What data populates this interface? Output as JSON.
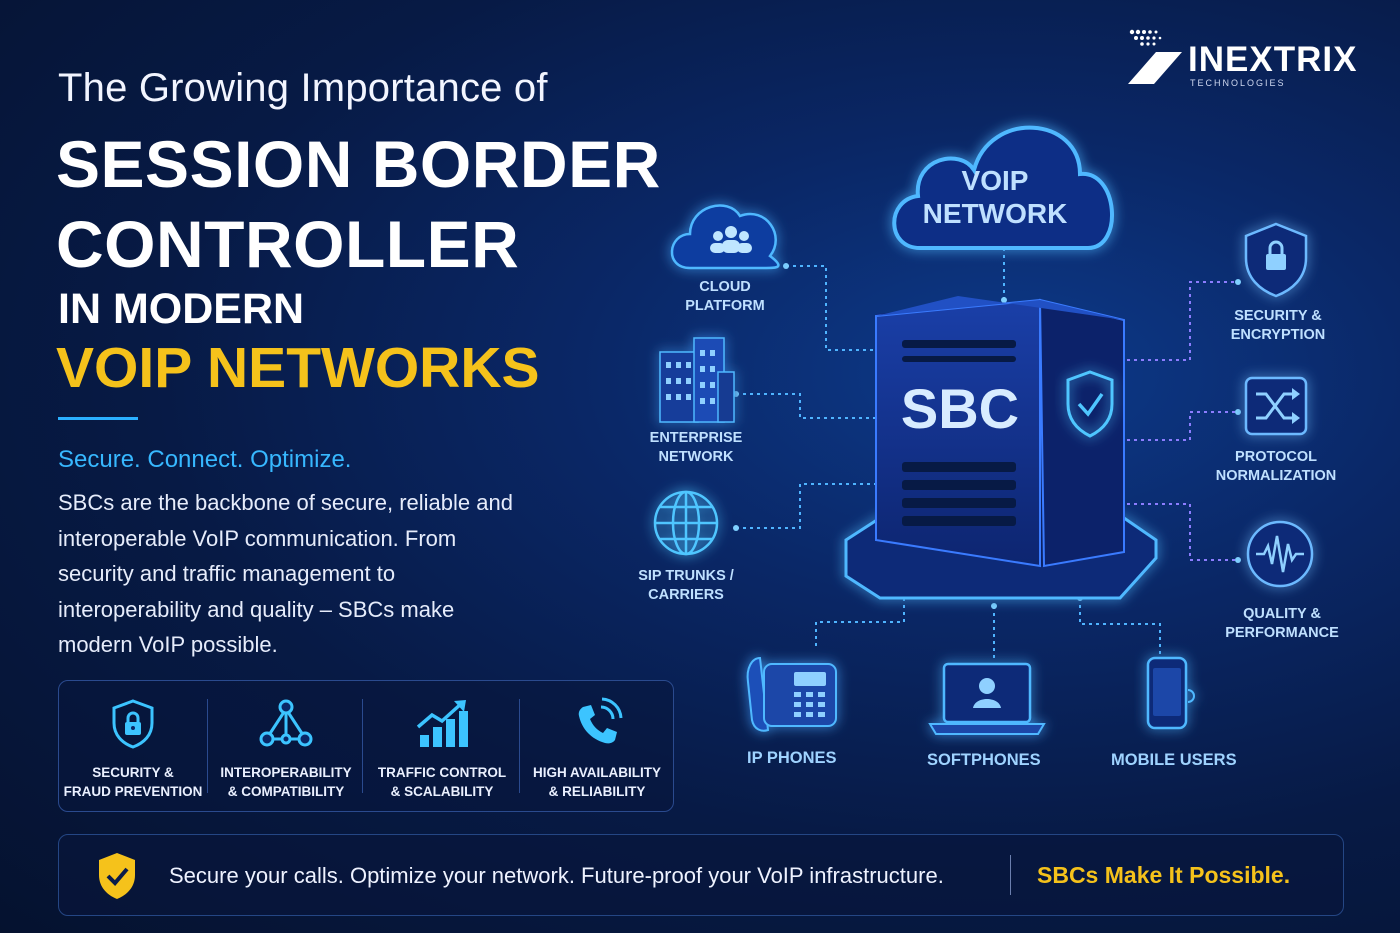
{
  "logo": {
    "name": "INEXTRIX",
    "subtitle": "TECHNOLOGIES"
  },
  "title": {
    "line1": "The Growing Importance of",
    "line2": "SESSION BORDER",
    "line3": "CONTROLLER",
    "line4": "IN MODERN",
    "line5": "VOIP NETWORKS"
  },
  "tagline": "Secure. Connect. Optimize.",
  "description": "SBCs are the backbone of secure, reliable and interoperable VoIP communication. From security and traffic management to interoperability and quality – SBCs make modern VoIP possible.",
  "features": [
    {
      "label": "SECURITY &\nFRAUD PREVENTION",
      "icon": "shield-lock-icon"
    },
    {
      "label": "INTEROPERABILITY\n& COMPATIBILITY",
      "icon": "network-nodes-icon"
    },
    {
      "label": "TRAFFIC CONTROL\n& SCALABILITY",
      "icon": "growth-chart-icon"
    },
    {
      "label": "HIGH AVAILABILITY\n& RELIABILITY",
      "icon": "phone-signal-icon"
    }
  ],
  "diagram": {
    "center": "SBC",
    "cloud": "VOIP\nNETWORK",
    "left": [
      {
        "label": "CLOUD\nPLATFORM",
        "icon": "cloud-users-icon"
      },
      {
        "label": "ENTERPRISE\nNETWORK",
        "icon": "building-icon"
      },
      {
        "label": "SIP TRUNKS /\nCARRIERS",
        "icon": "globe-icon"
      }
    ],
    "right": [
      {
        "label": "SECURITY &\nENCRYPTION",
        "icon": "lock-shield-icon"
      },
      {
        "label": "PROTOCOL\nNORMALIZATION",
        "icon": "shuffle-icon"
      },
      {
        "label": "QUALITY &\nPERFORMANCE",
        "icon": "waveform-icon"
      }
    ],
    "bottom": [
      {
        "label": "IP PHONES",
        "icon": "desk-phone-icon"
      },
      {
        "label": "SOFTPHONES",
        "icon": "laptop-user-icon"
      },
      {
        "label": "MOBILE USERS",
        "icon": "mobile-icon"
      }
    ]
  },
  "footer": {
    "message": "Secure your calls. Optimize your network. Future-proof your VoIP infrastructure.",
    "cta": "SBCs Make It Possible."
  },
  "colors": {
    "accent": "#2bb0ff",
    "highlight": "#f5c21b",
    "background": "#071a45"
  }
}
